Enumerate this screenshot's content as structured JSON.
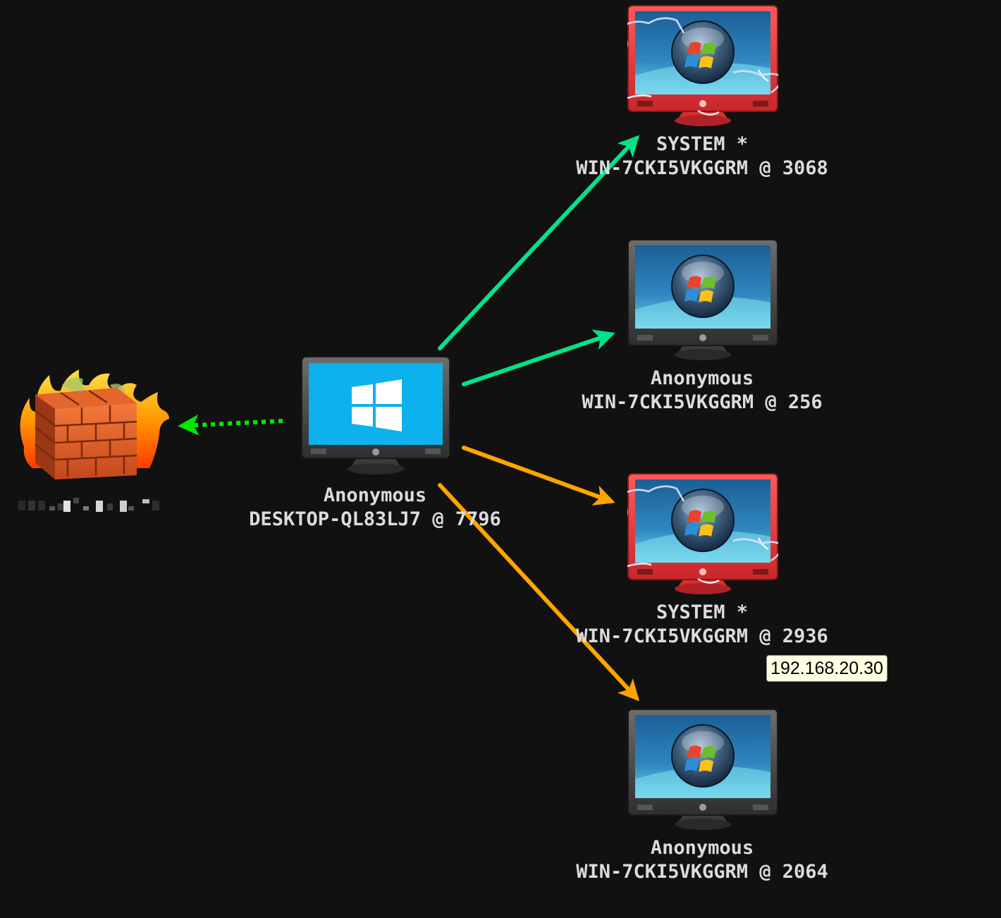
{
  "graph": {
    "source": {
      "user": "Anonymous",
      "host": "DESKTOP-QL83LJ7 @ 7796",
      "icon": "windows-10-monitor-icon"
    },
    "targets": [
      {
        "user": "SYSTEM *",
        "host": "WIN-7CKI5VKGGRM @ 3068",
        "icon": "windows-7-monitor-icon",
        "state": "compromised"
      },
      {
        "user": "Anonymous",
        "host": "WIN-7CKI5VKGGRM @ 256",
        "icon": "windows-7-monitor-icon",
        "state": "normal"
      },
      {
        "user": "SYSTEM *",
        "host": "WIN-7CKI5VKGGRM @ 2936",
        "icon": "windows-7-monitor-icon",
        "state": "compromised"
      },
      {
        "user": "Anonymous",
        "host": "WIN-7CKI5VKGGRM @ 2064",
        "icon": "windows-7-monitor-icon",
        "state": "normal"
      }
    ],
    "firewall": {
      "icon": "burning-firewall-icon"
    },
    "tooltip": "192.168.20.30"
  },
  "colors": {
    "background": "#111111",
    "link_green": "#00e38c",
    "link_orange": "#ffa400",
    "link_dotted": "#00e800",
    "compromised_frame": "#e8383c",
    "normal_frame": "#4a4a4a",
    "label_text": "#dcdcdc"
  }
}
